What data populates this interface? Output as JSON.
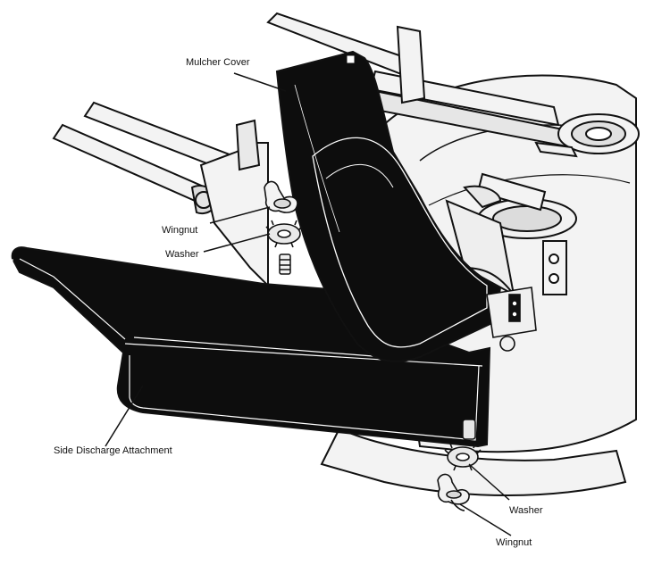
{
  "labels": {
    "mulcher_cover": "Mulcher Cover",
    "wingnut_top": "Wingnut",
    "washer_top": "Washer",
    "side_discharge": "Side Discharge Attachment",
    "washer_bottom": "Washer",
    "wingnut_bottom": "Wingnut"
  },
  "colors": {
    "ink": "#111111",
    "deck": "#f2f2f2",
    "part": "#0d0d0d"
  }
}
